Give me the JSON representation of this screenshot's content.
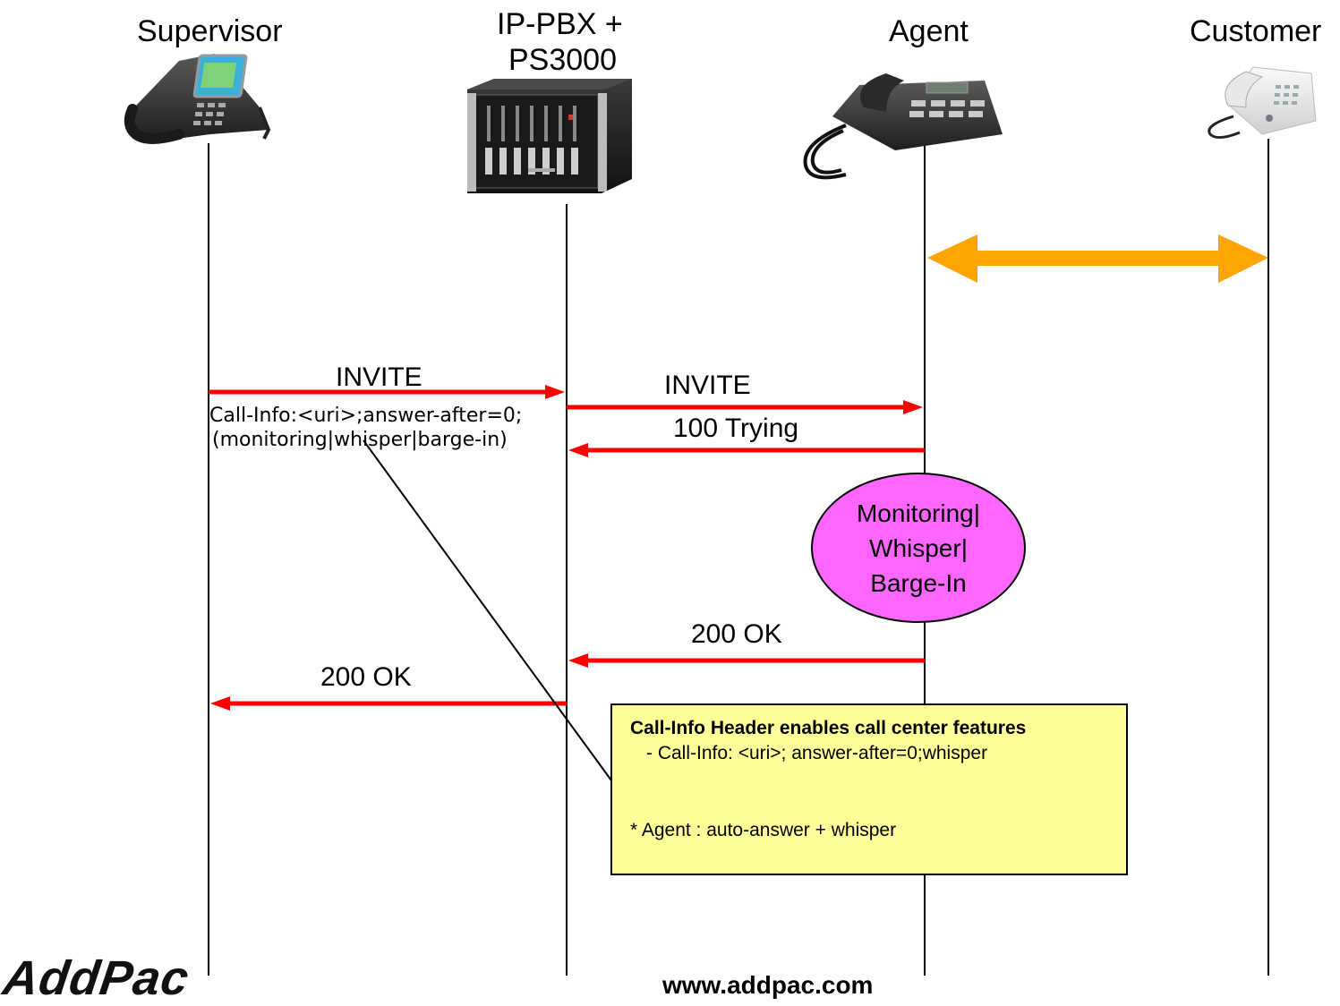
{
  "participants": {
    "supervisor": "Supervisor",
    "pbx_line1": "IP-PBX +",
    "pbx_line2": "PS3000",
    "agent": "Agent",
    "customer": "Customer"
  },
  "messages": {
    "invite_1": "INVITE",
    "call_info_line1": "Call-Info:<uri>;answer-after=0;",
    "call_info_line2": "(monitoring|whisper|barge-in)",
    "invite_2": "INVITE",
    "trying": "100 Trying",
    "ok_agent": "200 OK",
    "ok_supervisor": "200 OK"
  },
  "bubble": {
    "line1": "Monitoring|",
    "line2": "Whisper|",
    "line3": "Barge-In"
  },
  "note": {
    "title": "Call-Info Header enables call center features",
    "line1": "- Call-Info: <uri>; answer-after=0;whisper",
    "line2": "* Agent : auto-answer  + whisper"
  },
  "footer": {
    "logo": "AddPac",
    "url": "www.addpac.com"
  },
  "colors": {
    "message_arrow": "#ff0000",
    "media_arrow": "#ffa500",
    "bubble_fill": "#ff66ff",
    "note_fill": "#ffff99"
  }
}
